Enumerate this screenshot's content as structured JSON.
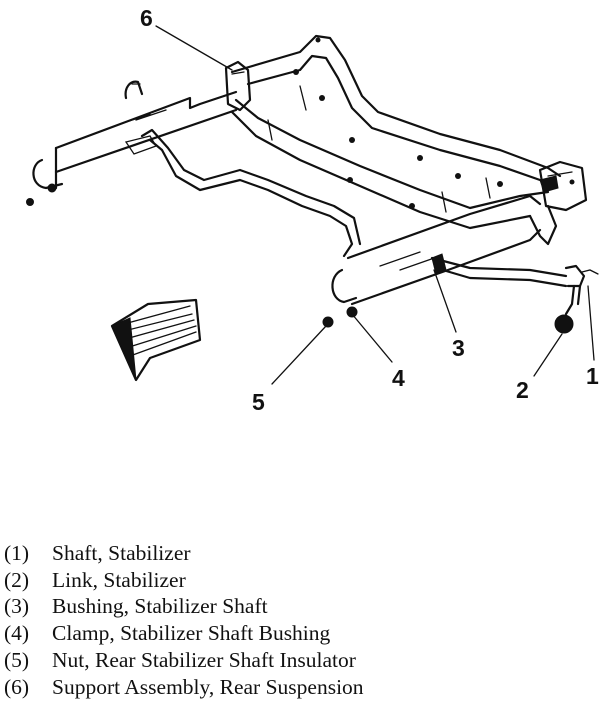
{
  "callouts": {
    "c1": "1",
    "c2": "2",
    "c3": "3",
    "c4": "4",
    "c5": "5",
    "c6": "6"
  },
  "legend": [
    {
      "num": "(1)",
      "text": "Shaft, Stabilizer"
    },
    {
      "num": "(2)",
      "text": "Link, Stabilizer"
    },
    {
      "num": "(3)",
      "text": "Bushing, Stabilizer Shaft"
    },
    {
      "num": "(4)",
      "text": "Clamp, Stabilizer Shaft Bushing"
    },
    {
      "num": "(5)",
      "text": "Nut, Rear Stabilizer Shaft Insulator"
    },
    {
      "num": "(6)",
      "text": "Support Assembly, Rear Suspension"
    }
  ]
}
